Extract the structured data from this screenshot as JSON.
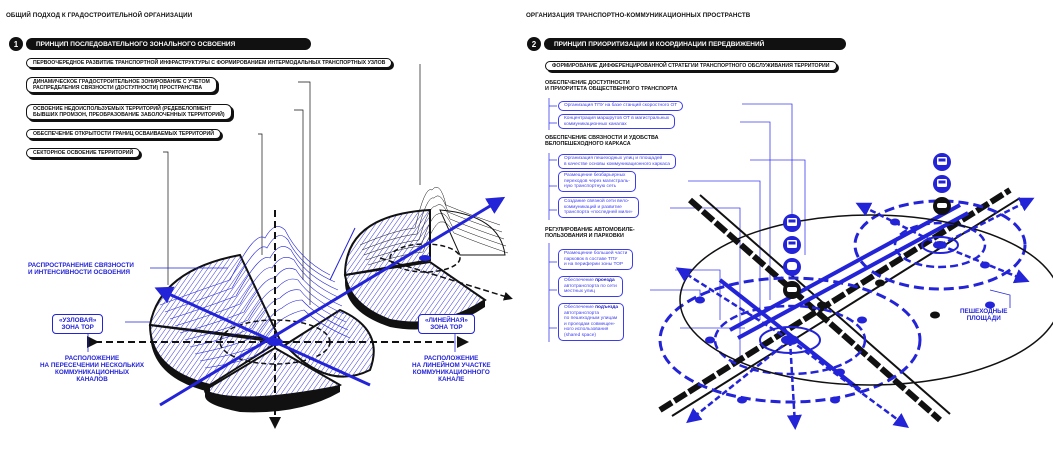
{
  "left": {
    "header": "ОБЩИЙ ПОДХОД К ГРАДОСТРОИТЕЛЬНОЙ ОРГАНИЗАЦИИ",
    "number": "1",
    "principle": "ПРИНЦИП ПОСЛЕДОВАТЕЛЬНОГО ЗОНАЛЬНОГО ОСВОЕНИЯ",
    "items": [
      "ПЕРВООЧЕРЕДНОЕ РАЗВИТИЕ ТРАНСПОРТНОЙ ИНФРАСТРУКТУРЫ С ФОРМИРОВАНИЕМ ИНТЕРМОДАЛЬНЫХ ТРАНСПОРТНЫХ УЗЛОВ",
      "ДИНАМИЧЕСКОЕ ГРАДОСТРОИТЕЛЬНОЕ ЗОНИРОВАНИЕ С УЧЕТОМ|РАСПРЕДЕЛЕНИЯ СВЯЗНОСТИ (ДОСТУПНОСТИ) ПРОСТРАНСТВА",
      "ОСВОЕНИЕ НЕДОИСПОЛЬЗУЕМЫХ ТЕРРИТОРИЙ (РЕДЕВЕЛОПМЕНТ|БЫВШИХ ПРОМЗОН, ПРЕОБРАЗОВАНИЕ ЗАБОЛОЧЕННЫХ ТЕРРИТОРИЙ)",
      "ОБЕСПЕЧЕНИЕ ОТКРЫТОСТИ ГРАНИЦ ОСВАИВАЕМЫХ ТЕРРИТОРИЙ",
      "СЕКТОРНОЕ ОСВОЕНИЕ ТЕРРИТОРИЙ"
    ],
    "spread_label": "РАСПРОСТРАНЕНИЕ СВЯЗНОСТИ|И ИНТЕНСИВНОСТИ ОСВОЕНИЯ",
    "nodal_box": "«УЗЛОВАЯ»|ЗОНА ТОР",
    "nodal_note": "РАСПОЛОЖЕНИЕ|НА ПЕРЕСЕЧЕНИИ НЕСКОЛЬКИХ|КОММУНИКАЦИОННЫХ|КАНАЛОВ",
    "linear_box": "«ЛИНЕЙНАЯ»|ЗОНА ТОР",
    "linear_note": "РАСПОЛОЖЕНИЕ|НА ЛИНЕЙНОМ УЧАСТКЕ|КОММУНИКАЦИОННОГО|КАНАЛЕ"
  },
  "right": {
    "header": "ОРГАНИЗАЦИЯ ТРАНСПОРТНО-КОММУНИКАЦИОННЫХ ПРОСТРАНСТВ",
    "number": "2",
    "principle": "ПРИНЦИП ПРИОРИТИЗАЦИИ И КООРДИНАЦИИ ПЕРЕДВИЖЕНИЙ",
    "strategy": "ФОРМИРОВАНИЕ ДИФФЕРЕНЦИРОВАННОЙ СТРАТЕГИИ ТРАНСПОРТНОГО ОБСЛУЖИВАНИЯ ТЕРРИТОРИИ",
    "sections": [
      {
        "title": "ОБЕСПЕЧЕНИЕ ДОСТУПНОСТИ|И ПРИОРИТЕТА ОБЩЕСТВЕННОГО ТРАНСПОРТА",
        "items": [
          "Организация ТПУ на базе станций скоростного ОТ",
          "Концентрация маршрутов ОТ в магистральных|коммуникационных каналах"
        ]
      },
      {
        "title": "ОБЕСПЕЧЕНИЕ СВЯЗНОСТИ И УДОБСТВА|ВЕЛОПЕШЕХОДНОГО КАРКАСА",
        "items": [
          "Организация пешеходных улиц и площадей|в качестве основы коммуникационного каркаса",
          "Размещение безбарьерных|переходов через магистраль-|ную транспортную сеть",
          "Создание связной сети вело-|коммуникаций и развитие|транспорта «последней мили»"
        ]
      },
      {
        "title": "РЕГУЛИРОВАНИЕ АВТОМОБИЛЕ-|ПОЛЬЗОВАНИЯ И ПАРКОВКИ",
        "items": [
          "Размещение большей части|парковок в составе ТПУ|и на периферии зоны ТОР",
          "Обеспечение **проезда**|автотранспорта по сети|местных улиц",
          "Обеспечение **подъезда**|автотранспорта|по пешеходным улицам|и проездам совмещен-|ного использования|(shared space)"
        ]
      }
    ],
    "squares_label": "ПЕШЕХОДНЫЕ|ПЛОЩАДИ"
  },
  "colors": {
    "accent": "#2323d8",
    "ink": "#111111",
    "light": "#3d3df0"
  }
}
